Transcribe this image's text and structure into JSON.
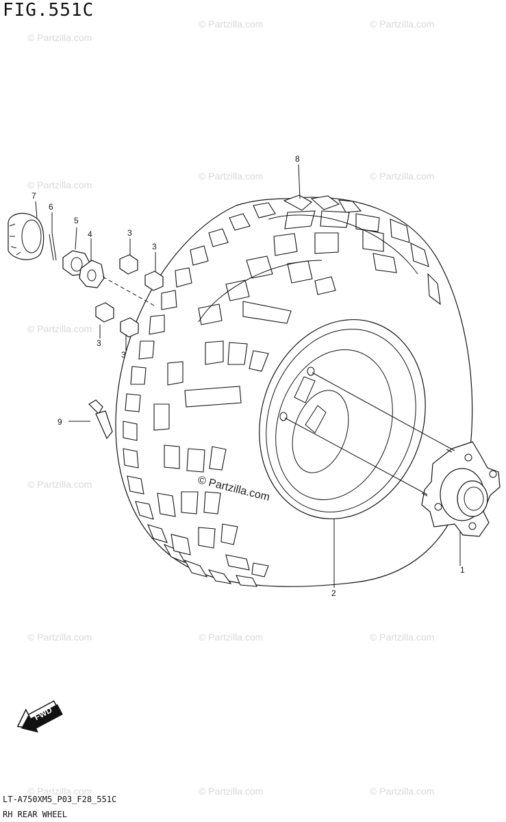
{
  "figure": {
    "title": "FIG.551C",
    "code": "LT-A750XM5_P03_F28_551C",
    "name": "RH REAR WHEEL"
  },
  "watermark": {
    "text": "© Partzilla.com",
    "center_text": "© Partzilla.com"
  },
  "callouts": {
    "c1": "1",
    "c2": "2",
    "c3a": "3",
    "c3b": "3",
    "c3c": "3",
    "c3d": "3",
    "c4": "4",
    "c5": "5",
    "c6": "6",
    "c7": "7",
    "c8": "8",
    "c9": "9"
  },
  "fwd_label": "FWD",
  "colors": {
    "line": "#111111",
    "watermark": "#d9d9d9"
  }
}
